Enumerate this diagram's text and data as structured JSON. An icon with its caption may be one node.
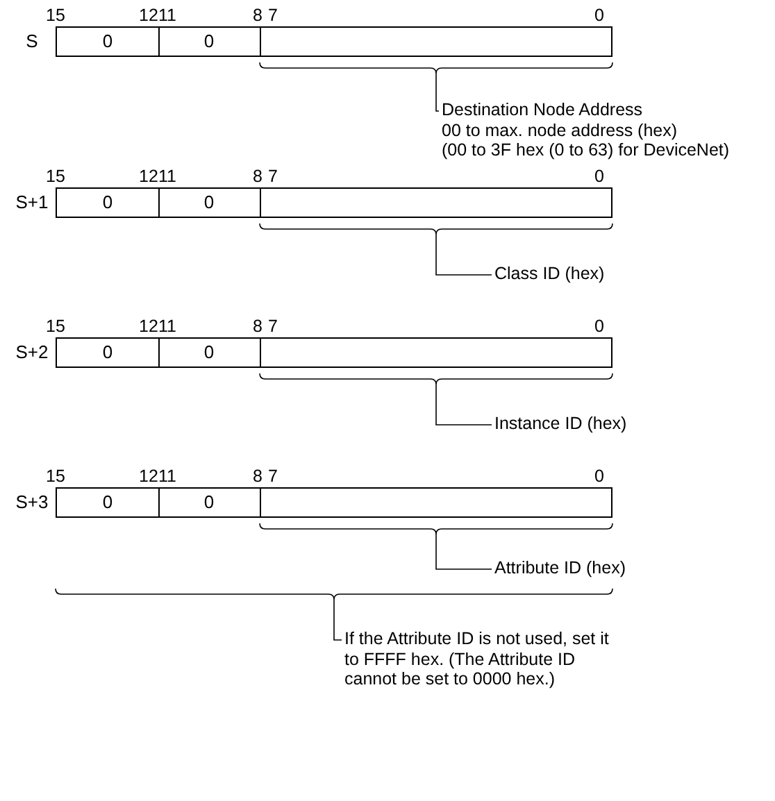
{
  "diagram": {
    "nodes": [
      {
        "text": [
          "S"
        ]
      },
      {
        "text": [
          "0"
        ],
        "in": 0
      },
      {
        "text": [
          "0"
        ],
        "in": 0
      },
      {
        "text": [],
        "shape": "box",
        "in": 0
      },
      {
        "text": [
          "Destination Node Address",
          "00 to max. node address (hex)",
          "(00 to 3F hex (0 to 63) for DeviceNet)"
        ]
      },
      {
        "text": [
          "S+1"
        ]
      },
      {
        "text": [
          "0"
        ],
        "in": 5
      },
      {
        "text": [
          "0"
        ],
        "in": 5
      },
      {
        "text": [],
        "shape": "box",
        "in": 5
      },
      {
        "text": [
          "Class ID (hex)"
        ]
      },
      {
        "text": [
          "S+2"
        ]
      },
      {
        "text": [
          "0"
        ],
        "in": 10
      },
      {
        "text": [
          "0"
        ],
        "in": 10
      },
      {
        "text": [],
        "shape": "box",
        "in": 10
      },
      {
        "text": [
          "Instance ID (hex)"
        ]
      },
      {
        "text": [
          "S+3"
        ]
      },
      {
        "text": [
          "0"
        ],
        "in": 15
      },
      {
        "text": [
          "0"
        ],
        "in": 15
      },
      {
        "text": [],
        "shape": "box",
        "in": 15
      },
      {
        "text": [
          "Attribute ID (hex)"
        ]
      },
      {
        "text": [
          "If the Attribute ID is not used, set it to FFFF hex. (The Attribute ID cannot be set to 0000 hex.)"
        ]
      }
    ],
    "edges": [
      {
        "from": 4,
        "to": 3,
        "arrow": "none"
      },
      {
        "from": 9,
        "to": 8,
        "arrow": "none"
      },
      {
        "from": 14,
        "to": 13,
        "arrow": "none"
      },
      {
        "from": 19,
        "to": 18,
        "arrow": "none"
      },
      {
        "from": 20,
        "to": 15,
        "arrow": "none"
      }
    ],
    "labels": [
      "15",
      "12",
      "11",
      "8",
      "7",
      "0",
      "15",
      "12",
      "11",
      "8",
      "7",
      "0",
      "15",
      "12",
      "11",
      "8",
      "7",
      "0",
      "15",
      "12",
      "11",
      "8",
      "7",
      "0"
    ]
  }
}
